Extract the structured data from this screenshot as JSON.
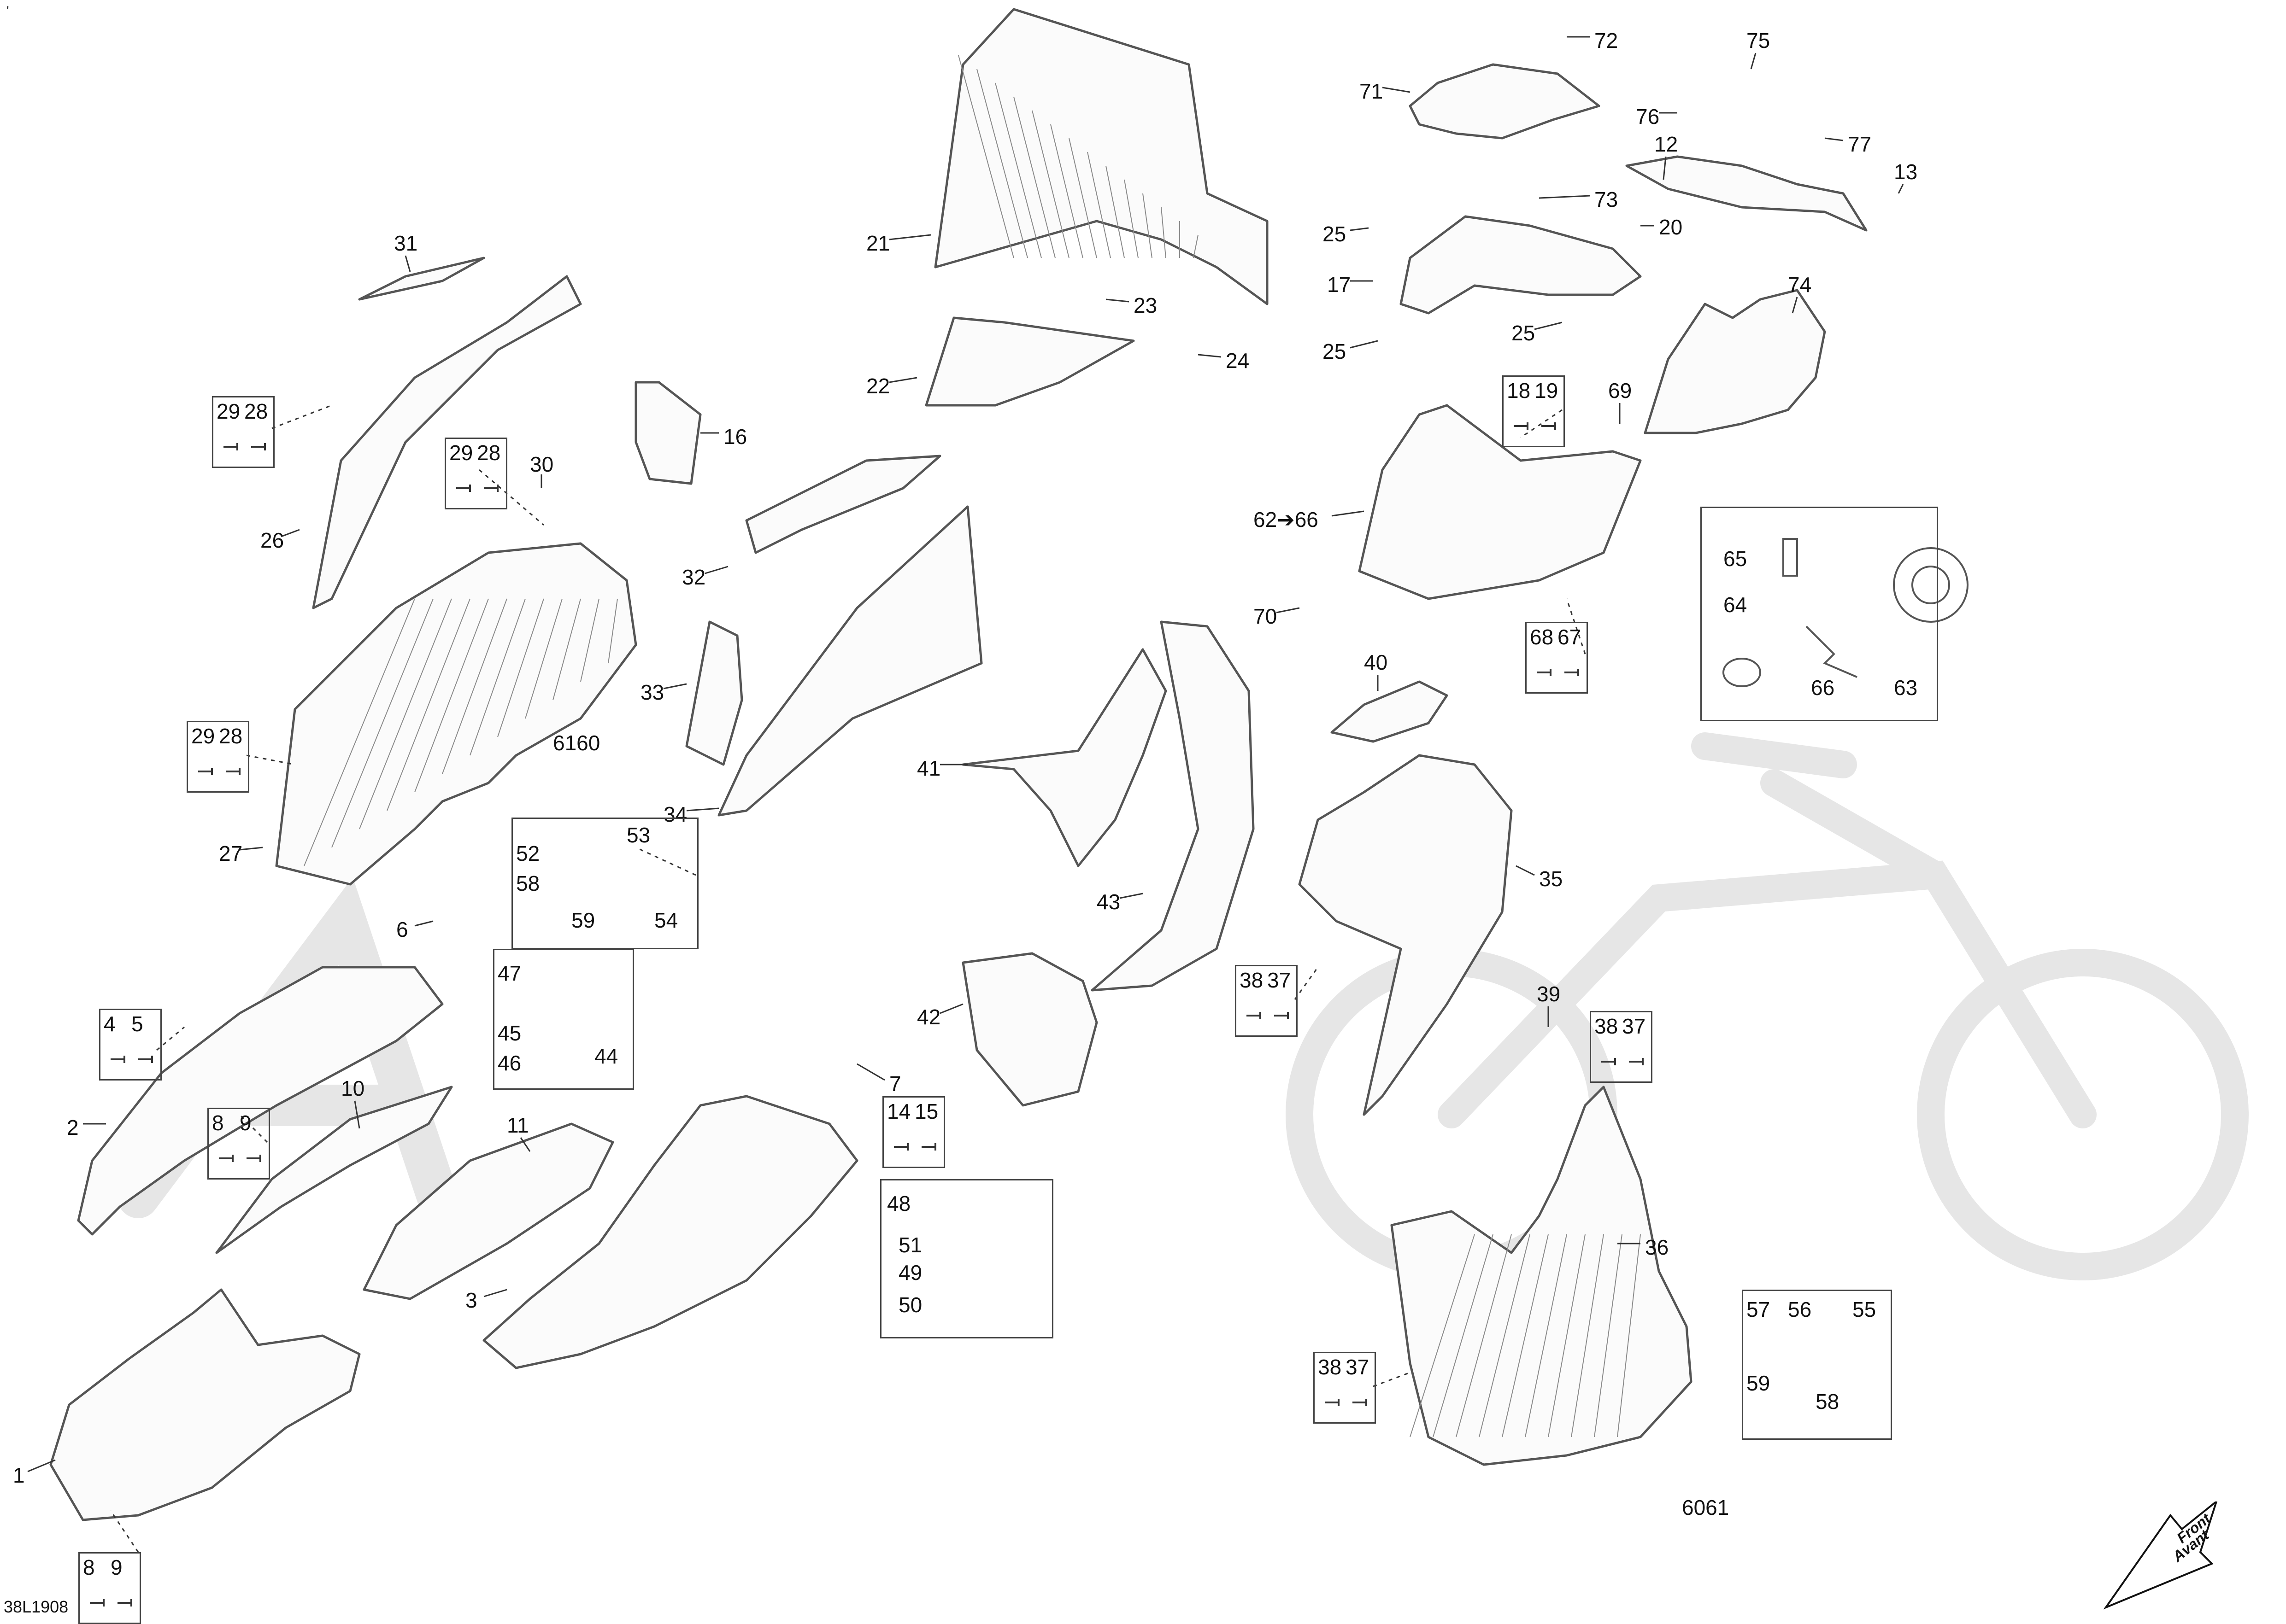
{
  "diagram_code": "38L1908",
  "corner_mark": "'",
  "orientation": {
    "line1": "Front",
    "line2": "Avant"
  },
  "colors": {
    "ink": "#111111",
    "part_line": "#555555",
    "hatch": "#8a8a8a",
    "watermark": "#e6e6e6"
  },
  "callouts": [
    {
      "id": "c1",
      "label": "1"
    },
    {
      "id": "c2",
      "label": "2"
    },
    {
      "id": "c3",
      "label": "3"
    },
    {
      "id": "c6",
      "label": "6"
    },
    {
      "id": "c7",
      "label": "7"
    },
    {
      "id": "c10",
      "label": "10"
    },
    {
      "id": "c11",
      "label": "11"
    },
    {
      "id": "c12",
      "label": "12"
    },
    {
      "id": "c13",
      "label": "13"
    },
    {
      "id": "c16",
      "label": "16"
    },
    {
      "id": "c17",
      "label": "17"
    },
    {
      "id": "c20",
      "label": "20"
    },
    {
      "id": "c21",
      "label": "21"
    },
    {
      "id": "c22",
      "label": "22"
    },
    {
      "id": "c23",
      "label": "23"
    },
    {
      "id": "c24",
      "label": "24"
    },
    {
      "id": "c25a",
      "label": "25"
    },
    {
      "id": "c25b",
      "label": "25"
    },
    {
      "id": "c25c",
      "label": "25"
    },
    {
      "id": "c26",
      "label": "26"
    },
    {
      "id": "c27",
      "label": "27"
    },
    {
      "id": "c30",
      "label": "30"
    },
    {
      "id": "c31",
      "label": "31"
    },
    {
      "id": "c32",
      "label": "32"
    },
    {
      "id": "c33",
      "label": "33"
    },
    {
      "id": "c34",
      "label": "34"
    },
    {
      "id": "c35",
      "label": "35"
    },
    {
      "id": "c36",
      "label": "36"
    },
    {
      "id": "c39",
      "label": "39"
    },
    {
      "id": "c40",
      "label": "40"
    },
    {
      "id": "c41",
      "label": "41"
    },
    {
      "id": "c42",
      "label": "42"
    },
    {
      "id": "c43",
      "label": "43"
    },
    {
      "id": "c6160",
      "label": "6160"
    },
    {
      "id": "c6066",
      "label": "62➔66"
    },
    {
      "id": "c69",
      "label": "69"
    },
    {
      "id": "c70",
      "label": "70"
    },
    {
      "id": "c71",
      "label": "71"
    },
    {
      "id": "c72",
      "label": "72"
    },
    {
      "id": "c73",
      "label": "73"
    },
    {
      "id": "c74",
      "label": "74"
    },
    {
      "id": "c75",
      "label": "75"
    },
    {
      "id": "c76",
      "label": "76"
    },
    {
      "id": "c77",
      "label": "77"
    },
    {
      "id": "c6061",
      "label": "6061"
    }
  ],
  "hardware_boxes": [
    {
      "id": "b1",
      "labels": [
        "29",
        "28"
      ]
    },
    {
      "id": "b2",
      "labels": [
        "29",
        "28"
      ]
    },
    {
      "id": "b3",
      "labels": [
        "29",
        "28"
      ]
    },
    {
      "id": "b4",
      "labels": [
        "4",
        "5"
      ]
    },
    {
      "id": "b5",
      "labels": [
        "8",
        "9"
      ]
    },
    {
      "id": "b6",
      "labels": [
        "8",
        "9"
      ]
    },
    {
      "id": "b7",
      "labels": [
        "14",
        "15"
      ]
    },
    {
      "id": "b8",
      "labels": [
        "18",
        "19"
      ]
    },
    {
      "id": "b9",
      "labels": [
        "68",
        "67"
      ]
    },
    {
      "id": "b10",
      "labels": [
        "38",
        "37"
      ]
    },
    {
      "id": "b11",
      "labels": [
        "38",
        "37"
      ]
    },
    {
      "id": "b12",
      "labels": [
        "38",
        "37"
      ]
    }
  ],
  "kits": [
    {
      "id": "k1",
      "labels": [
        "52",
        "53",
        "58",
        "59",
        "54"
      ]
    },
    {
      "id": "k2",
      "labels": [
        "47",
        "45",
        "46",
        "44"
      ]
    },
    {
      "id": "k3",
      "labels": [
        "48",
        "51",
        "49",
        "50"
      ]
    },
    {
      "id": "k4",
      "labels": [
        "57",
        "56",
        "55",
        "59",
        "58"
      ]
    },
    {
      "id": "k5",
      "labels": [
        "65",
        "64",
        "66",
        "63"
      ]
    }
  ]
}
